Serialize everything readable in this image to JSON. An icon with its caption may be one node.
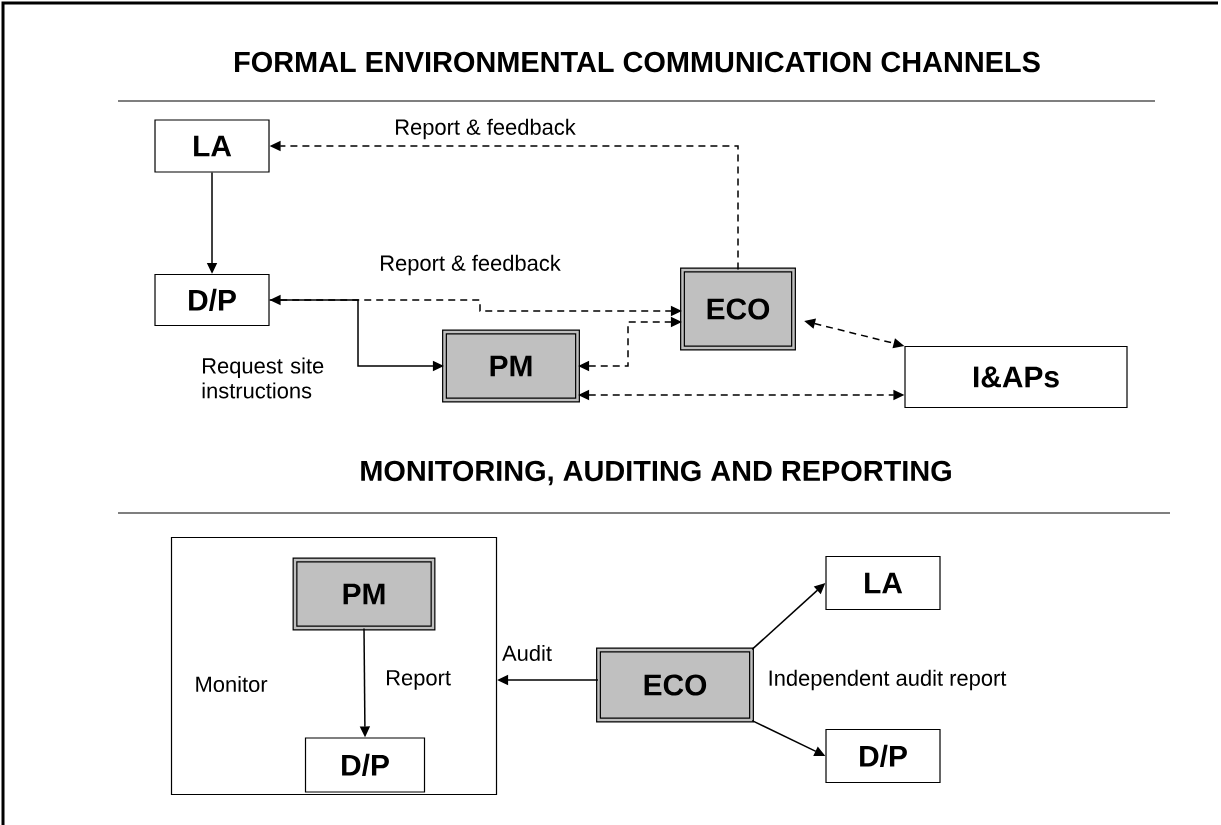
{
  "diagram": {
    "title": "FORMAL ENVIRONMENTAL COMMUNICATION CHANNELS",
    "nodes": [
      {
        "text": [
          "LA"
        ]
      },
      {
        "text": [
          "D/P"
        ]
      },
      {
        "text": [
          "ECO"
        ]
      },
      {
        "text": [
          "PM"
        ]
      },
      {
        "text": [
          "I&APs"
        ]
      },
      {
        "text": [
          "Monitor"
        ]
      },
      {
        "text": [
          "PM"
        ],
        "in": 5
      },
      {
        "text": [
          "D/P"
        ],
        "in": 5
      },
      {
        "text": [
          "ECO"
        ],
        "beside": [
          "Independent audit report"
        ]
      },
      {
        "text": [
          "LA"
        ]
      },
      {
        "text": [
          "D/P"
        ]
      }
    ],
    "edges": [
      {
        "from": 0,
        "to": 1,
        "arrow": "to"
      },
      {
        "from": 2,
        "to": 0,
        "arrow": "to",
        "style": "dashed",
        "label": "Report & feedback"
      },
      {
        "from": 1,
        "to": 2,
        "arrow": "both",
        "style": "dashed",
        "label": "Report & feedback"
      },
      {
        "from": 1,
        "to": 3,
        "arrow": "to",
        "label": "Request site instructions"
      },
      {
        "from": 3,
        "to": 2,
        "arrow": "both",
        "style": "dashed"
      },
      {
        "from": 2,
        "to": 4,
        "arrow": "both",
        "style": "dashed"
      },
      {
        "from": 3,
        "to": 4,
        "arrow": "both",
        "style": "dashed"
      },
      {
        "from": 6,
        "to": 7,
        "arrow": "to",
        "label": "Report"
      },
      {
        "from": 8,
        "to": 5,
        "arrow": "to",
        "label": "Audit"
      },
      {
        "from": 8,
        "to": 9,
        "arrow": "to"
      },
      {
        "from": 8,
        "to": 10,
        "arrow": "to"
      }
    ],
    "labels": [
      "MONITORING, AUDITING AND REPORTING"
    ]
  }
}
